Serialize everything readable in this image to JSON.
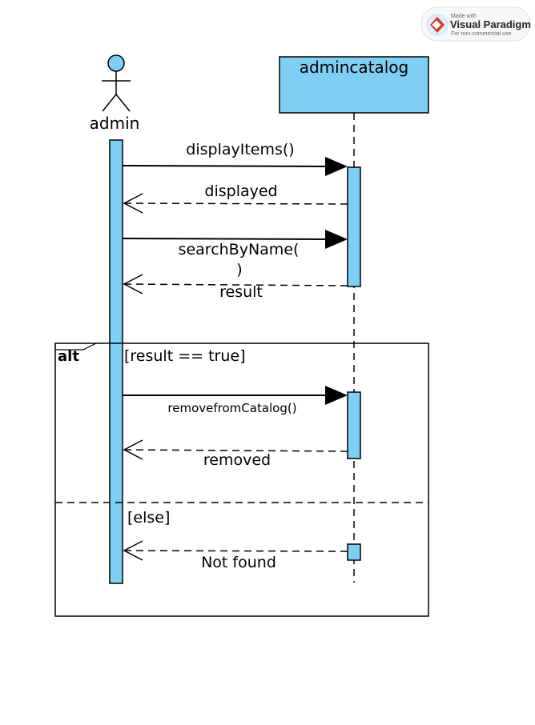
{
  "watermark": {
    "made_with": "Made with",
    "brand": "Visual Paradigm",
    "note": "For non-commercial use"
  },
  "actor": {
    "name": "admin"
  },
  "lifeline": {
    "name": "admincatalog"
  },
  "messages": {
    "m1": "displayItems()",
    "r1": "displayed",
    "m2_line1": "searchByName(",
    "m2_line2": ")",
    "r2": "result",
    "m3": "removefromCatalog()",
    "r3": "removed",
    "r4": "Not found"
  },
  "fragment": {
    "operator": "alt",
    "guard1": "[result == true]",
    "guard2": "[else]"
  },
  "colors": {
    "fill": "#7fcff5",
    "stroke": "#000000"
  }
}
